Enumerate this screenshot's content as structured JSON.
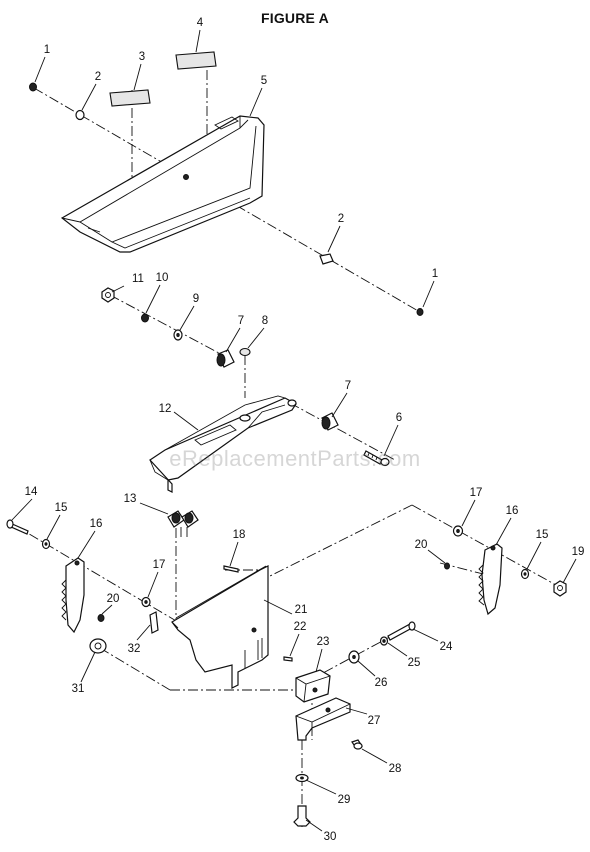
{
  "figure": {
    "title": "FIGURE A"
  },
  "watermark": {
    "text": "eReplacementParts.com"
  },
  "parts": [
    {
      "id": "p1a",
      "label": "1"
    },
    {
      "id": "p2a",
      "label": "2"
    },
    {
      "id": "p3",
      "label": "3"
    },
    {
      "id": "p4",
      "label": "4"
    },
    {
      "id": "p5",
      "label": "5"
    },
    {
      "id": "p2b",
      "label": "2"
    },
    {
      "id": "p1b",
      "label": "1"
    },
    {
      "id": "p11",
      "label": "11"
    },
    {
      "id": "p10",
      "label": "10"
    },
    {
      "id": "p9",
      "label": "9"
    },
    {
      "id": "p7a",
      "label": "7"
    },
    {
      "id": "p8",
      "label": "8"
    },
    {
      "id": "p12",
      "label": "12"
    },
    {
      "id": "p7b",
      "label": "7"
    },
    {
      "id": "p6",
      "label": "6"
    },
    {
      "id": "p14",
      "label": "14"
    },
    {
      "id": "p15a",
      "label": "15"
    },
    {
      "id": "p16a",
      "label": "16"
    },
    {
      "id": "p13",
      "label": "13"
    },
    {
      "id": "p18",
      "label": "18"
    },
    {
      "id": "p17b",
      "label": "17"
    },
    {
      "id": "p16b",
      "label": "16"
    },
    {
      "id": "p15b",
      "label": "15"
    },
    {
      "id": "p19",
      "label": "19"
    },
    {
      "id": "p20b",
      "label": "20"
    },
    {
      "id": "p17a",
      "label": "17"
    },
    {
      "id": "p20a",
      "label": "20"
    },
    {
      "id": "p21",
      "label": "21"
    },
    {
      "id": "p32",
      "label": "32"
    },
    {
      "id": "p22",
      "label": "22"
    },
    {
      "id": "p23",
      "label": "23"
    },
    {
      "id": "p24",
      "label": "24"
    },
    {
      "id": "p25",
      "label": "25"
    },
    {
      "id": "p26",
      "label": "26"
    },
    {
      "id": "p31",
      "label": "31"
    },
    {
      "id": "p27",
      "label": "27"
    },
    {
      "id": "p28",
      "label": "28"
    },
    {
      "id": "p29",
      "label": "29"
    },
    {
      "id": "p30",
      "label": "30"
    }
  ]
}
